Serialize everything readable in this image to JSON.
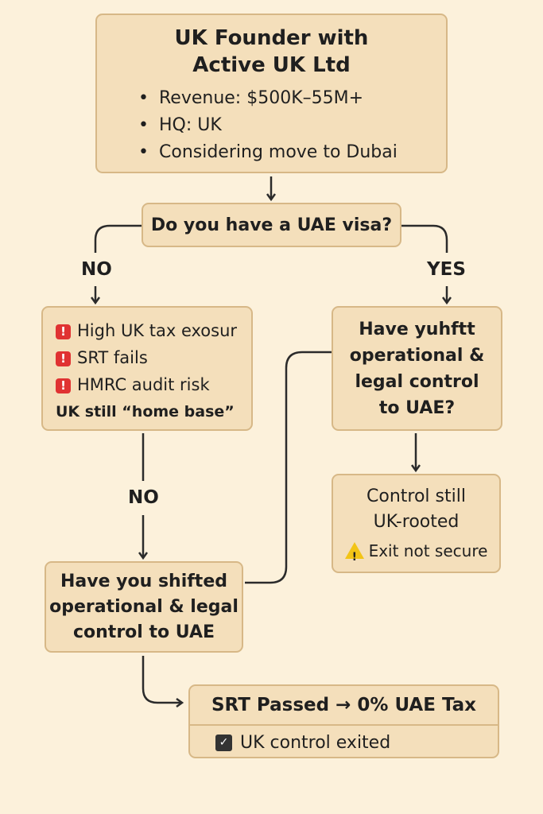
{
  "root": {
    "title_lines": [
      "UK Founder with",
      "Active UK Ltd"
    ],
    "bullets": [
      "Revenue: $500K–55M+",
      "HQ: UK",
      "Considering move to Dubai"
    ]
  },
  "question_visa": "Do you have a UAE visa?",
  "labels": {
    "no_left": "NO",
    "yes_right": "YES",
    "no_down": "NO"
  },
  "no_visa_box": {
    "risks": [
      "High UK tax exosur",
      "SRT fails",
      "HMRC audit risk"
    ],
    "home_base": "UK still “home base”"
  },
  "question_control_yes": [
    "Have yuhftt",
    "operational &",
    "legal control",
    "to UAE?"
  ],
  "control_uk_box": {
    "lines": [
      "Control still",
      "UK-rooted"
    ],
    "warning": "Exit not secure"
  },
  "question_control_no": [
    "Have you shifted",
    "operational & legal",
    "control to UAE"
  ],
  "result": {
    "title": "SRT Passed → 0% UAE Tax",
    "subtitle": "UK control exited"
  }
}
